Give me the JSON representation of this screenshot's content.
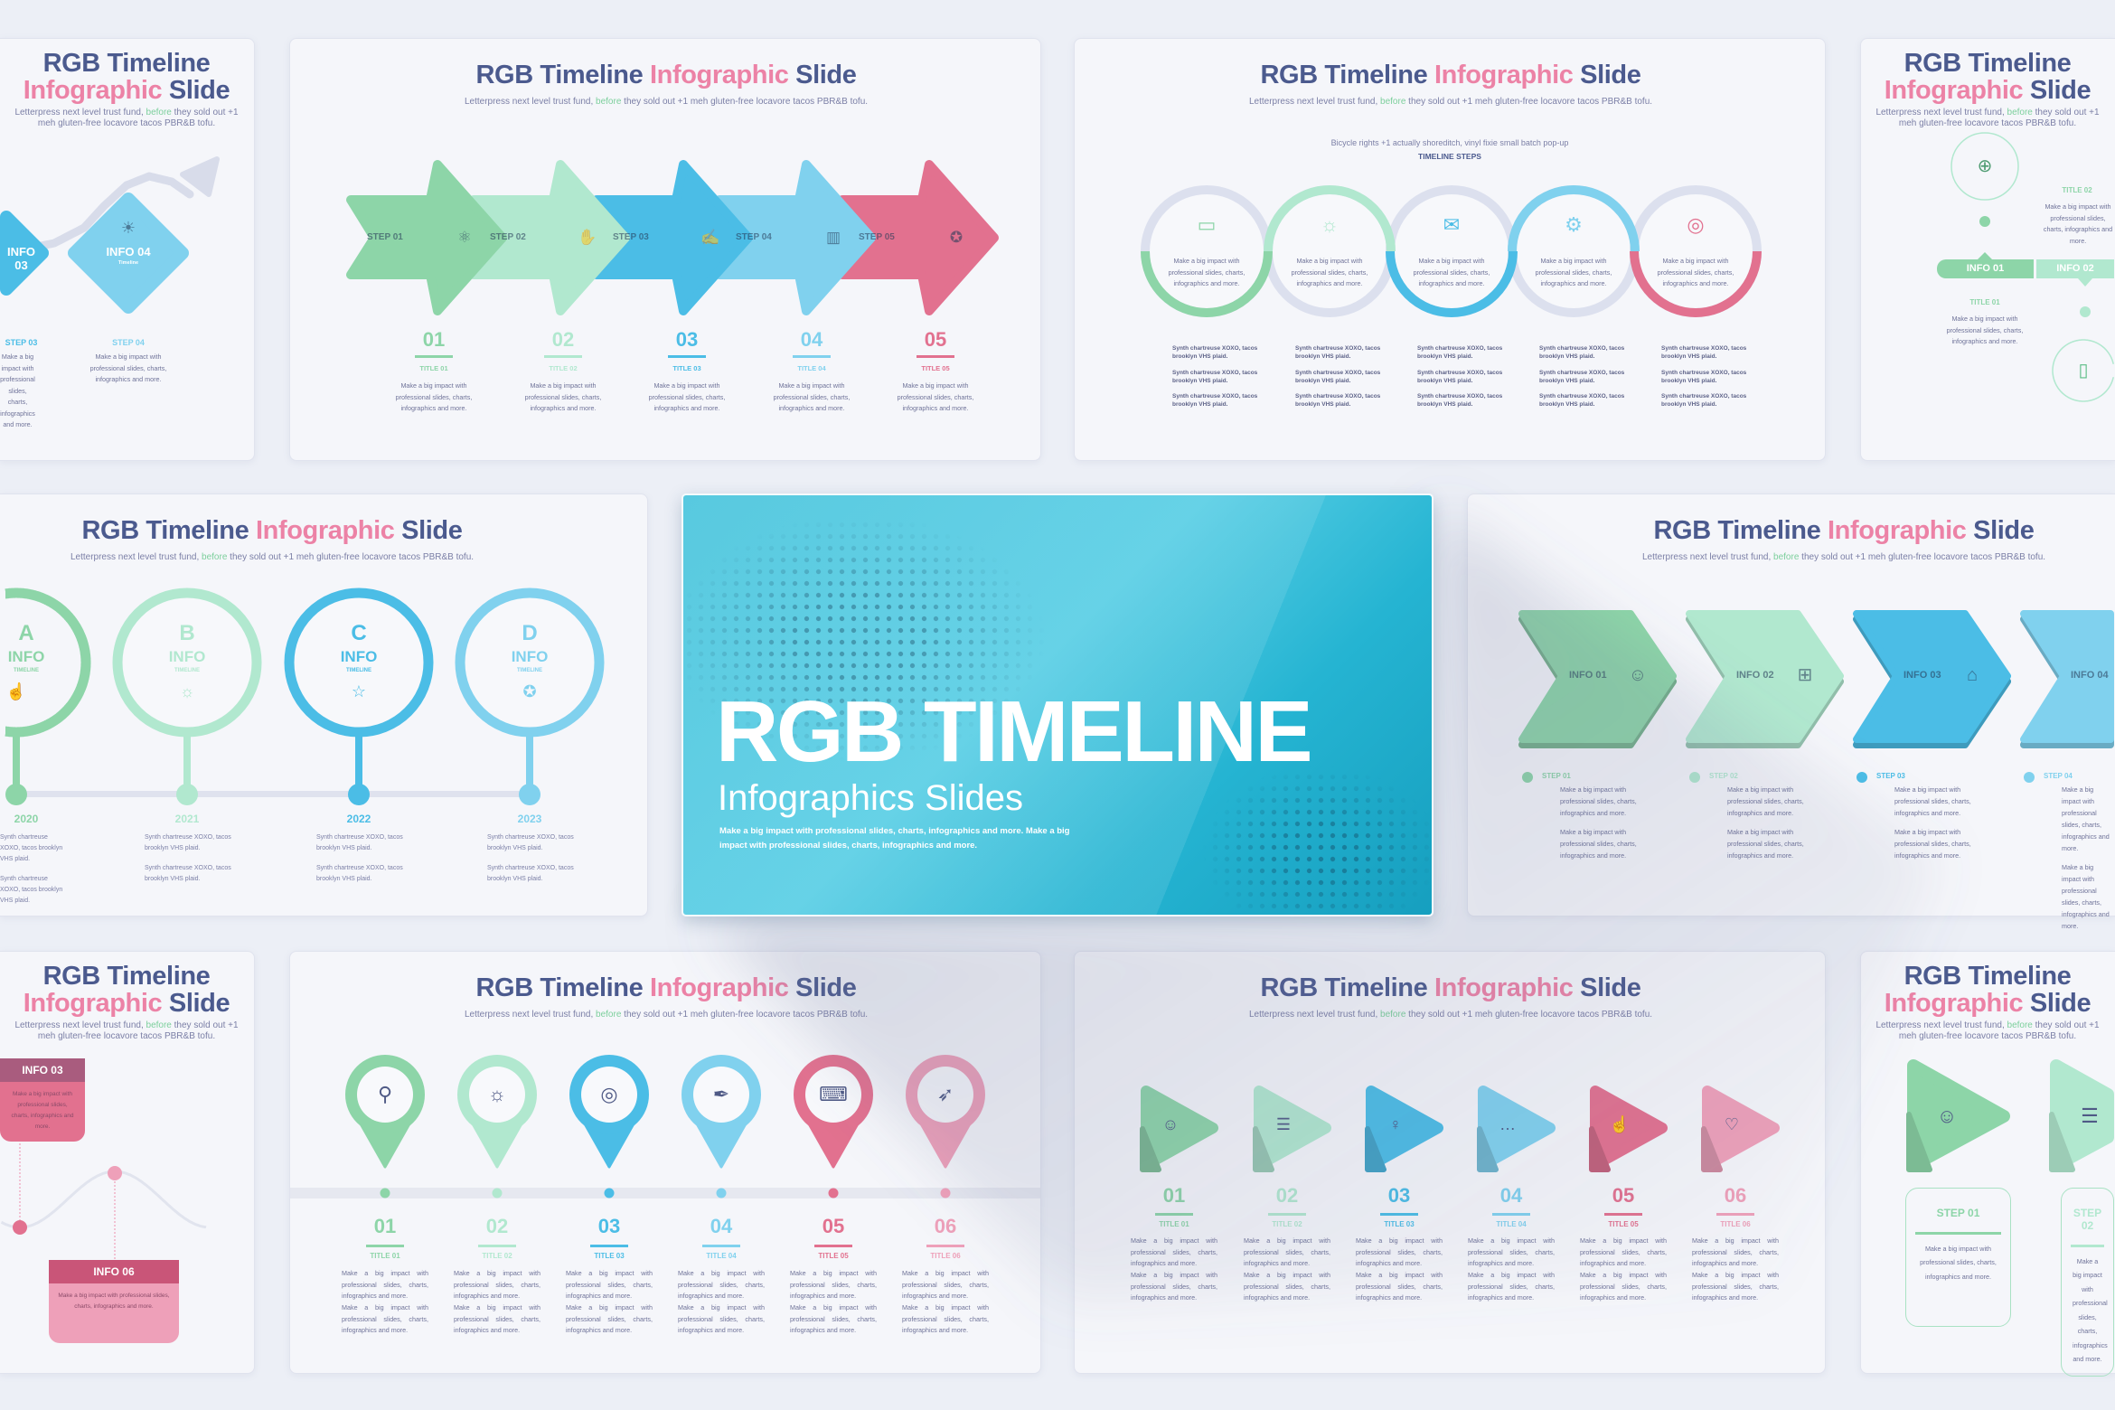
{
  "palette": {
    "green": "#8dd5a8",
    "mint": "#b1e8cf",
    "blue": "#4bbde6",
    "sky": "#80d1ee",
    "pink": "#e2718f",
    "rose": "#eea0b9",
    "navy": "#4b5a8e",
    "accent_pink": "#ec82a6",
    "accent_green": "#7ccf9c",
    "text": "#6f7399",
    "background": "#eceff6",
    "slide_background": "#f5f6fa",
    "track": "#dfe2ee"
  },
  "common": {
    "title_a": "RGB Timeline",
    "title_b": "Infographic",
    "title_c": "Slide",
    "subtitle_a": "Letterpress next level trust fund,",
    "subtitle_b": "before",
    "subtitle_c": "they sold out +1 meh gluten-free locavore tacos PBR&B tofu.",
    "body": "Make a big impact with professional slides, charts, infographics and more.",
    "synth": "Synth chartreuse XOXO, tacos brooklyn VHS plaid."
  },
  "hero": {
    "title": "RGB TIMELINE",
    "subtitle": "Infographics Slides",
    "body": "Make a big impact with professional slides, charts, infographics and more. Make a big impact with professional slides, charts, infographics and more."
  },
  "wave_diamonds": {
    "items": [
      {
        "label": "INFO 03",
        "step": "STEP 03",
        "color": "blue"
      },
      {
        "label": "INFO 04",
        "sub": "Timeline",
        "step": "STEP 04",
        "icon": "sun-horizon-icon",
        "color": "sky"
      }
    ]
  },
  "arrow_steps": {
    "items": [
      {
        "label": "STEP 01",
        "icon": "atom-icon",
        "number": "01",
        "title": "TITLE 01",
        "color": "green"
      },
      {
        "label": "STEP 02",
        "icon": "handshake-icon",
        "number": "02",
        "title": "TITLE 02",
        "color": "mint"
      },
      {
        "label": "STEP 03",
        "icon": "signature-icon",
        "number": "03",
        "title": "TITLE 03",
        "color": "blue"
      },
      {
        "label": "STEP 04",
        "icon": "presentation-chart-icon",
        "number": "04",
        "title": "TITLE 04",
        "color": "sky"
      },
      {
        "label": "STEP 05",
        "icon": "award-badge-icon",
        "number": "05",
        "title": "TITLE 05",
        "color": "pink"
      }
    ]
  },
  "ring_steps": {
    "caption": "Bicycle rights +1 actually shoreditch, vinyl fixie small batch pop-up",
    "heading": "TIMELINE STEPS",
    "items": [
      {
        "icon": "monitor-icon",
        "color": "green"
      },
      {
        "icon": "lightbulb-icon",
        "color": "mint"
      },
      {
        "icon": "envelope-icon",
        "color": "blue"
      },
      {
        "icon": "gears-icon",
        "color": "sky"
      },
      {
        "icon": "target-icon",
        "color": "pink"
      }
    ]
  },
  "info_bands": {
    "items": [
      {
        "label": "INFO 01",
        "title": "TITLE 01",
        "icon": "globe-icon",
        "color": "green"
      },
      {
        "label": "INFO 02",
        "title": "TITLE 02",
        "icon": "mobile-payment-icon",
        "color": "mint"
      }
    ]
  },
  "year_circles": {
    "items": [
      {
        "letter": "A",
        "label": "INFO",
        "sub": "TIMELINE",
        "year": "2020",
        "icon": "thumbs-up-icon",
        "color": "green"
      },
      {
        "letter": "B",
        "label": "INFO",
        "sub": "TIMELINE",
        "year": "2021",
        "icon": "lightbulb-icon",
        "color": "mint"
      },
      {
        "letter": "C",
        "label": "INFO",
        "sub": "TIMELINE",
        "year": "2022",
        "icon": "star-icon",
        "color": "blue"
      },
      {
        "letter": "D",
        "label": "INFO",
        "sub": "TIMELINE",
        "year": "2023",
        "icon": "award-badge-icon",
        "color": "sky"
      }
    ]
  },
  "chevrons": {
    "items": [
      {
        "label": "INFO 01",
        "icon": "user-icon",
        "step": "STEP 01",
        "color": "green"
      },
      {
        "label": "INFO 02",
        "icon": "calculator-icon",
        "step": "STEP 02",
        "color": "mint"
      },
      {
        "label": "INFO 03",
        "icon": "bank-icon",
        "step": "STEP 03",
        "color": "blue"
      },
      {
        "label": "INFO 04",
        "step": "STEP 04",
        "color": "sky"
      }
    ]
  },
  "wave_boxes": {
    "items": [
      {
        "label": "INFO 03",
        "color": "pink"
      },
      {
        "label": "INFO 06",
        "color": "rose"
      }
    ]
  },
  "pins": {
    "items": [
      {
        "icon": "magnifier-icon",
        "number": "01",
        "title": "TITLE 01",
        "color": "green"
      },
      {
        "icon": "lightbulb-icon",
        "number": "02",
        "title": "TITLE 02",
        "color": "mint"
      },
      {
        "icon": "target-icon",
        "number": "03",
        "title": "TITLE 03",
        "color": "blue"
      },
      {
        "icon": "pen-tool-icon",
        "number": "04",
        "title": "TITLE 04",
        "color": "sky"
      },
      {
        "icon": "laptop-rocket-icon",
        "number": "05",
        "title": "TITLE 05",
        "color": "pink"
      },
      {
        "icon": "rocket-icon",
        "number": "06",
        "title": "TITLE 06",
        "color": "rose"
      }
    ]
  },
  "triangles": {
    "items": [
      {
        "icon": "user-icon",
        "number": "01",
        "title": "TITLE 01",
        "color": "green"
      },
      {
        "icon": "chat-icon",
        "number": "02",
        "title": "TITLE 02",
        "color": "mint"
      },
      {
        "icon": "woman-user-icon",
        "number": "03",
        "title": "TITLE 03",
        "color": "blue"
      },
      {
        "icon": "chat-dots-icon",
        "number": "04",
        "title": "TITLE 04",
        "color": "sky"
      },
      {
        "icon": "thumbs-up-icon",
        "number": "05",
        "title": "TITLE 05",
        "color": "pink"
      },
      {
        "icon": "heart-chat-icon",
        "number": "06",
        "title": "TITLE 06",
        "color": "rose"
      }
    ]
  },
  "step_cards": {
    "items": [
      {
        "label": "STEP 01",
        "icon": "user-icon",
        "color": "green"
      },
      {
        "label": "STEP 02",
        "icon": "chat-icon",
        "color": "mint"
      }
    ]
  }
}
